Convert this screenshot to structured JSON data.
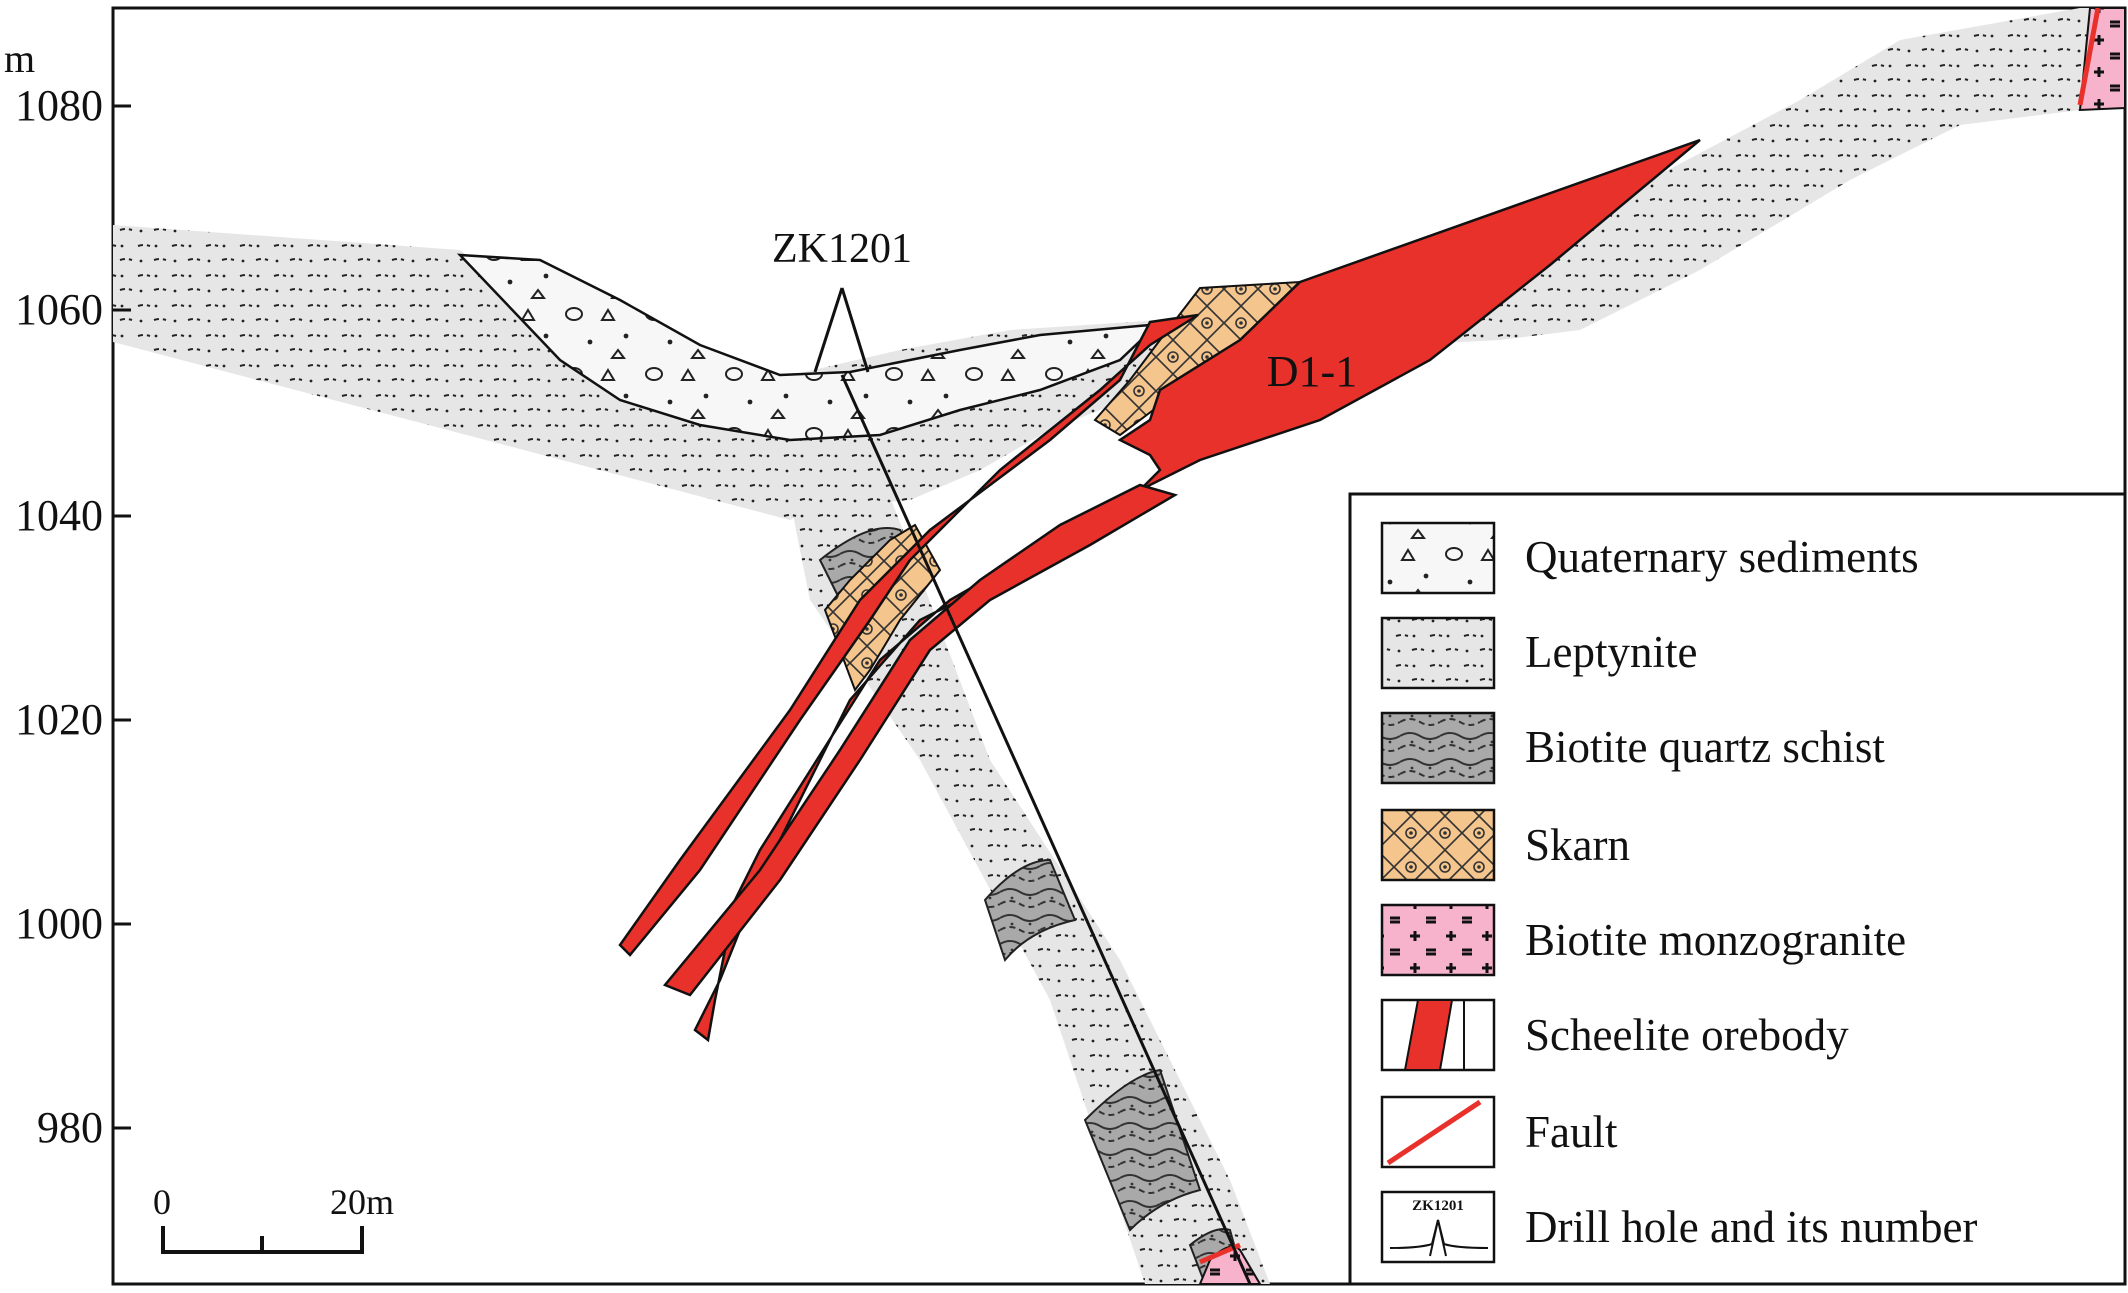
{
  "axis": {
    "unit": "m",
    "ticks": [
      "1080",
      "1060",
      "1040",
      "1020",
      "1000",
      "980"
    ]
  },
  "labels": {
    "drill_hole": "ZK1201",
    "orebody": "D1-1"
  },
  "scale_bar": {
    "start": "0",
    "end": "20m"
  },
  "legend": {
    "items": [
      {
        "key": "quaternary",
        "label": "Quaternary sediments"
      },
      {
        "key": "leptynite",
        "label": "Leptynite"
      },
      {
        "key": "schist",
        "label": "Biotite quartz schist"
      },
      {
        "key": "skarn",
        "label": "Skarn"
      },
      {
        "key": "monzogranite",
        "label": "Biotite monzogranite"
      },
      {
        "key": "orebody",
        "label": "Scheelite orebody"
      },
      {
        "key": "fault",
        "label": "Fault"
      },
      {
        "key": "drillhole",
        "label": "Drill hole and its number"
      }
    ],
    "drill_hole_icon_text": "ZK1201"
  },
  "colors": {
    "orebody": "#e8312a",
    "leptynite": "#e6e6e6",
    "schist": "#a9a9a9",
    "skarn": "#f5c58e",
    "monzogranite": "#f7b3cc",
    "fault": "#e8312a"
  }
}
